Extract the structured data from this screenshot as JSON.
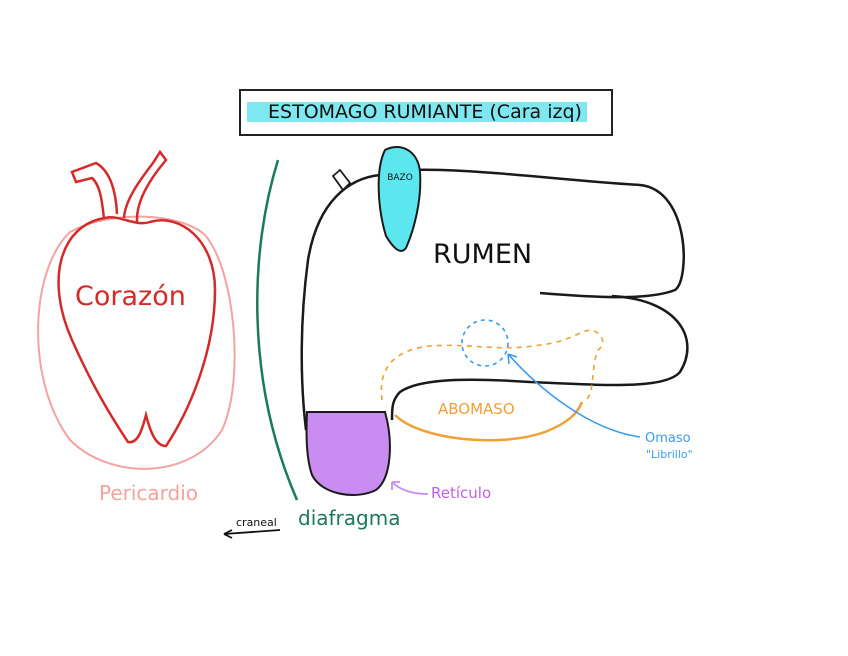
{
  "title": {
    "text": "ESTOMAGO RUMIANTE (Cara izq)",
    "highlight_color": "#7ee8f0"
  },
  "labels": {
    "heart": "Corazón",
    "pericardium": "Pericardio",
    "diaphragm": "diafragma",
    "cranial": "craneal",
    "spleen": "BAZO",
    "rumen": "RUMEN",
    "abomasum": "ABOMASO",
    "reticulum": "Retículo",
    "omasum": "Omaso",
    "omasum_alias": "\"Librillo\""
  },
  "colors": {
    "heart": "#d42a2a",
    "pericardium": "#f3a3a0",
    "diaphragm": "#1a7a5a",
    "spleen": "#5ce6ee",
    "rumen": "#1a1a1a",
    "abomasum": "#f0a036",
    "reticulum": "#c98cf0",
    "omasum": "#3a9bf0"
  }
}
